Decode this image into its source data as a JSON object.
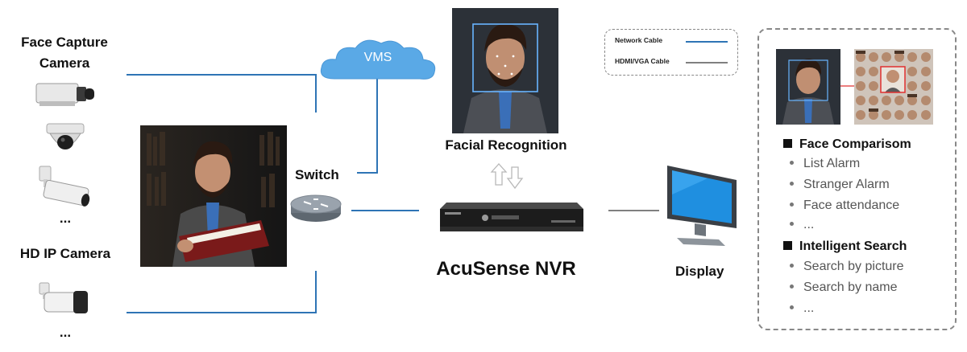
{
  "labels": {
    "face_capture_camera_l1": "Face Capture",
    "face_capture_camera_l2": "Camera",
    "ellipsis_top": "...",
    "hd_ip_camera": "HD IP Camera",
    "ellipsis_bottom": "...",
    "vms": "VMS",
    "switch": "Switch",
    "facial_recognition": "Facial Recognition",
    "acusense_nvr": "AcuSense NVR",
    "display": "Display"
  },
  "legend": {
    "network_cable": "Network Cable",
    "hdmi_vga_cable": "HDMI/VGA Cable"
  },
  "features": {
    "face_comparison": {
      "title": "Face Comparisom",
      "items": [
        "List Alarm",
        "Stranger Alarm",
        "Face attendance",
        "..."
      ]
    },
    "intelligent_search": {
      "title": "Intelligent Search",
      "items": [
        "Search by picture",
        "Search by name",
        "..."
      ]
    }
  },
  "colors": {
    "network_cable": "#2e74b5",
    "hdmi_vga_cable": "#808080",
    "cloud": "#5aa9e6"
  }
}
